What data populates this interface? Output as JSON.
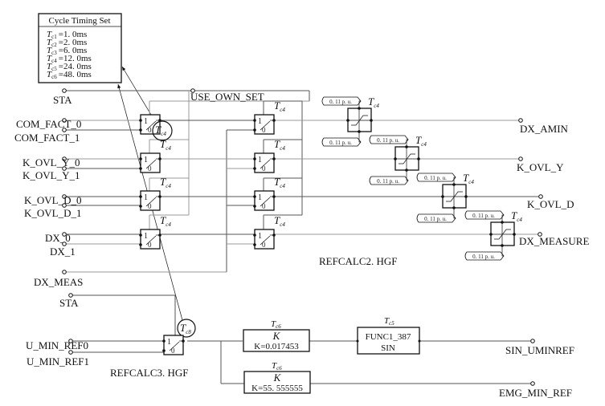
{
  "timing_set": {
    "title": "Cycle Timing Set",
    "entries": [
      {
        "sym": "T",
        "sub": "c1",
        "value": "=1. 0ms"
      },
      {
        "sym": "T",
        "sub": "c2",
        "value": "=2. 0ms"
      },
      {
        "sym": "T",
        "sub": "c3",
        "value": "=6. 0ms"
      },
      {
        "sym": "T",
        "sub": "c4",
        "value": "=12. 0ms"
      },
      {
        "sym": "T",
        "sub": "c5",
        "value": "=24. 0ms"
      },
      {
        "sym": "T",
        "sub": "c6",
        "value": "=48. 0ms"
      }
    ]
  },
  "inputs": {
    "sta_top": "STA",
    "use_own_set": "USE_OWN_SET",
    "com_fact_0": "COM_FACT_0",
    "com_fact_1": "COM_FACT_1",
    "k_ovl_y_0": "K_OVL_Y_0",
    "k_ovl_y_1": "K_OVL_Y_1",
    "k_ovl_d_0": "K_OVL_D_0",
    "k_ovl_d_1": "K_OVL_D_1",
    "dx_0": "DX_0",
    "dx_1": "DX_1",
    "dx_meas": "DX_MEAS",
    "sta_bottom": "STA",
    "u_min_ref0": "U_MIN_REF0",
    "u_min_ref1": "U_MIN_REF1"
  },
  "outputs": {
    "dx_amin": "DX_AMIN",
    "k_ovl_y": "K_OVL_Y",
    "k_ovl_d": "K_OVL_D",
    "dx_measure": "DX_MEASURE",
    "sin_uminref": "SIN_UMINREF",
    "emg_min_ref": "EMG_MIN_REF"
  },
  "switch": {
    "in1": "1",
    "in0": "0"
  },
  "task": {
    "sym": "T",
    "c4": "c4",
    "c6": "c6",
    "c5": "c5",
    "c8": "c8"
  },
  "limiter_tag": "0. 11 p. u.",
  "sheet_labels": {
    "refcalc2": "REFCALC2. HGF",
    "refcalc3": "REFCALC3. HGF"
  },
  "gain_blocks": [
    {
      "title": "K",
      "value": "K=0.017453"
    },
    {
      "title": "K",
      "value": "K=55. 555555"
    }
  ],
  "func_block": {
    "name": "FUNC1_387",
    "fn": "SIN"
  }
}
